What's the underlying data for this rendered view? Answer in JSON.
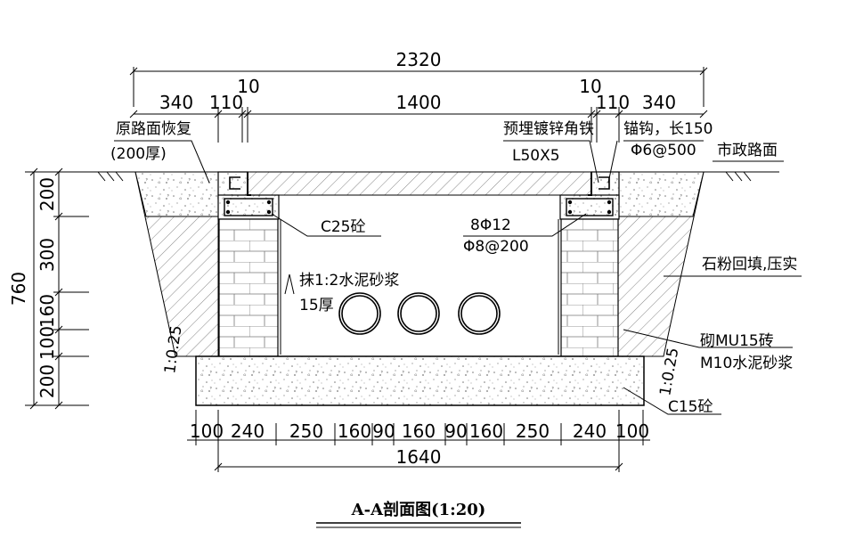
{
  "title": "A-A剖面图(1:20)",
  "top_dimensions": {
    "overall": "2320",
    "left_shoulder": "340",
    "left_wall": "110",
    "left_gap": "10",
    "inner": "1400",
    "right_gap": "10",
    "right_wall": "110",
    "right_shoulder": "340"
  },
  "left_dimensions": {
    "total": "760",
    "parts": [
      "200",
      "300",
      "160",
      "100",
      "200"
    ]
  },
  "bottom_dimensions": {
    "parts": [
      "100",
      "240",
      "250",
      "160",
      "90",
      "160",
      "90",
      "160",
      "250",
      "240",
      "100"
    ],
    "total": "1640"
  },
  "labels": {
    "road_restore": "原路面恢复",
    "road_restore_thickness": "(200厚)",
    "embedded_angle": "预埋镀锌角铁",
    "angle_size": "L50X5",
    "anchor": "锚钩，长150",
    "anchor_spec": "Φ6@500",
    "municipal_road": "市政路面",
    "concrete_beam": "C25砼",
    "rebar_main": "8Φ12",
    "rebar_stirrup": "Φ8@200",
    "plaster": "抹1:2水泥砂浆",
    "plaster_thickness": "15厚",
    "backfill": "石粉回填,压实",
    "brick": "砌MU15砖",
    "mortar": "M10水泥砂浆",
    "base_concrete": "C15砼",
    "slope_left": "1:0.25",
    "slope_right": "1:0.25"
  },
  "pipes": 3
}
